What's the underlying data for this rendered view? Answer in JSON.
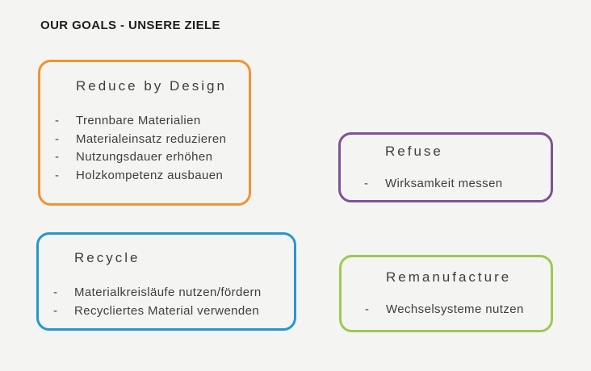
{
  "title": "OUR GOALS - UNSERE ZIELE",
  "bullet_glyph": "-",
  "colors": {
    "background": "#F4F4F2",
    "body_text": "#3E3E3D",
    "title_text": "#1D1D1B"
  },
  "boxes": [
    {
      "id": "reduce-by-design",
      "label": "Reduce by Design",
      "accent_color": "#EF9431",
      "items": [
        "Trennbare Materialien",
        "Materialeinsatz reduzieren",
        "Nutzungsdauer erhöhen",
        "Holzkompetenz ausbauen"
      ]
    },
    {
      "id": "refuse",
      "label": "Refuse",
      "accent_color": "#7E5297",
      "items": [
        "Wirksamkeit messen"
      ]
    },
    {
      "id": "recycle",
      "label": "Recycle",
      "accent_color": "#2398CD",
      "items": [
        "Materialkreisläufe nutzen/fördern",
        "Recycliertes Material verwenden"
      ]
    },
    {
      "id": "remanufacture",
      "label": "Remanufacture",
      "accent_color": "#9DC952",
      "items": [
        "Wechselsysteme nutzen"
      ]
    }
  ]
}
